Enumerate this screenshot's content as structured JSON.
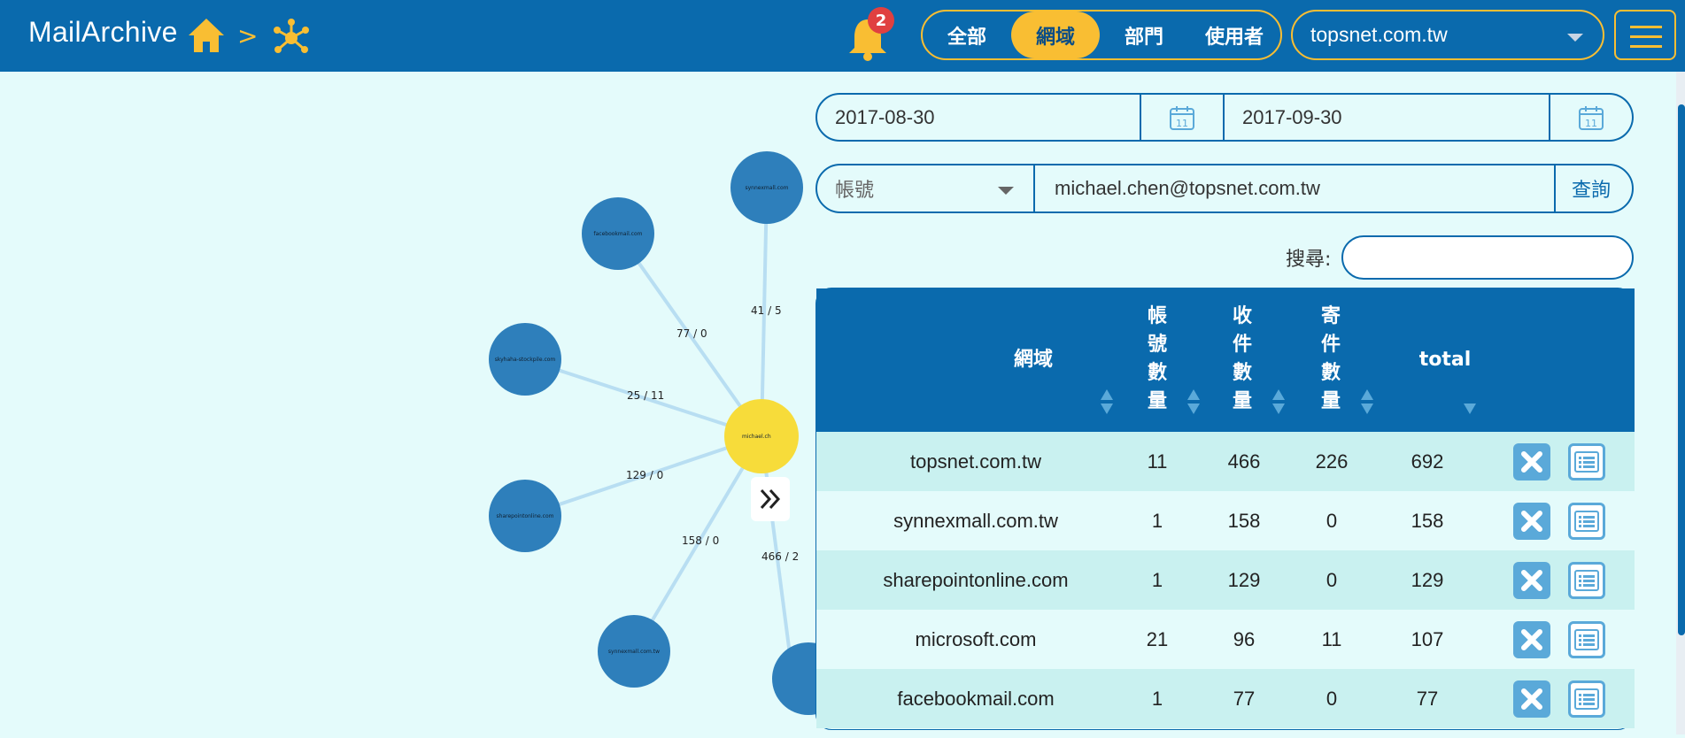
{
  "app": {
    "title": "MailArchive",
    "breadcrumb_sep": ">"
  },
  "notifications": {
    "count": "2"
  },
  "scope_tabs": [
    {
      "label": "全部",
      "active": false
    },
    {
      "label": "網域",
      "active": true
    },
    {
      "label": "部門",
      "active": false
    },
    {
      "label": "使用者",
      "active": false
    }
  ],
  "domain_select": {
    "value": "topsnet.com.tw"
  },
  "filters": {
    "date_from": "2017-08-30",
    "date_to": "2017-09-30",
    "calendar_day": "11",
    "account_type": "帳號",
    "account_value": "michael.chen@topsnet.com.tw",
    "query_label": "查詢",
    "search_label": "搜尋:",
    "search_value": ""
  },
  "graph": {
    "center_label": "michael.ch",
    "nodes": [
      {
        "label": "synnexmall.com",
        "edge_label": "41 / 5"
      },
      {
        "label": "facebookmail.com",
        "edge_label": "77 / 0"
      },
      {
        "label": "skyhaha-stockpile.com",
        "edge_label": "25 / 11"
      },
      {
        "label": "sharepointonline.com",
        "edge_label": "129 / 0"
      },
      {
        "label": "synnexmall.com.tw",
        "edge_label": "158 / 0"
      },
      {
        "label": "",
        "edge_label": "466 / 2"
      }
    ]
  },
  "table": {
    "headers": {
      "domain": "網域",
      "accounts": [
        "帳",
        "號",
        "數",
        "量"
      ],
      "received": [
        "收",
        "件",
        "數",
        "量"
      ],
      "sent": [
        "寄",
        "件",
        "數",
        "量"
      ],
      "total": "total"
    },
    "rows": [
      {
        "domain": "topsnet.com.tw",
        "accounts": "11",
        "received": "466",
        "sent": "226",
        "total": "692"
      },
      {
        "domain": "synnexmall.com.tw",
        "accounts": "1",
        "received": "158",
        "sent": "0",
        "total": "158"
      },
      {
        "domain": "sharepointonline.com",
        "accounts": "1",
        "received": "129",
        "sent": "0",
        "total": "129"
      },
      {
        "domain": "microsoft.com",
        "accounts": "21",
        "received": "96",
        "sent": "11",
        "total": "107"
      },
      {
        "domain": "facebookmail.com",
        "accounts": "1",
        "received": "77",
        "sent": "0",
        "total": "77"
      }
    ]
  },
  "colors": {
    "primary": "#0a6aad",
    "accent": "#f9be33",
    "background": "#e4fbfb",
    "node": "#2e7fbb",
    "center_node": "#f7dc3a"
  }
}
